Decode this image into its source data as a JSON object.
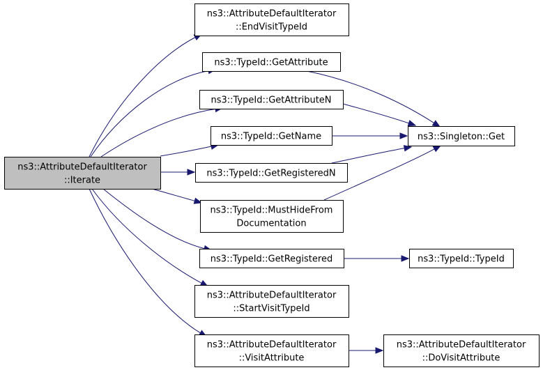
{
  "nodes": {
    "root": {
      "lines": [
        "ns3::AttributeDefaultIterator",
        "::Iterate"
      ],
      "root": true
    },
    "endVisitTypeId": {
      "lines": [
        "ns3::AttributeDefaultIterator",
        "::EndVisitTypeId"
      ]
    },
    "getAttribute": {
      "lines": [
        "ns3::TypeId::GetAttribute"
      ]
    },
    "getAttributeN": {
      "lines": [
        "ns3::TypeId::GetAttributeN"
      ]
    },
    "getName": {
      "lines": [
        "ns3::TypeId::GetName"
      ]
    },
    "getRegisteredN": {
      "lines": [
        "ns3::TypeId::GetRegisteredN"
      ]
    },
    "mustHide": {
      "lines": [
        "ns3::TypeId::MustHideFrom",
        "Documentation"
      ]
    },
    "getRegistered": {
      "lines": [
        "ns3::TypeId::GetRegistered"
      ]
    },
    "startVisitTypeId": {
      "lines": [
        "ns3::AttributeDefaultIterator",
        "::StartVisitTypeId"
      ]
    },
    "visitAttribute": {
      "lines": [
        "ns3::AttributeDefaultIterator",
        "::VisitAttribute"
      ]
    },
    "singletonGet": {
      "lines": [
        "ns3::Singleton::Get"
      ]
    },
    "typeIdCtor": {
      "lines": [
        "ns3::TypeId::TypeId"
      ]
    },
    "doVisitAttribute": {
      "lines": [
        "ns3::AttributeDefaultIterator",
        "::DoVisitAttribute"
      ]
    }
  },
  "edges": [
    [
      "root",
      "endVisitTypeId"
    ],
    [
      "root",
      "getAttribute"
    ],
    [
      "root",
      "getAttributeN"
    ],
    [
      "root",
      "getName"
    ],
    [
      "root",
      "getRegisteredN"
    ],
    [
      "root",
      "mustHide"
    ],
    [
      "root",
      "getRegistered"
    ],
    [
      "root",
      "startVisitTypeId"
    ],
    [
      "root",
      "visitAttribute"
    ],
    [
      "getAttribute",
      "singletonGet"
    ],
    [
      "getAttributeN",
      "singletonGet"
    ],
    [
      "getName",
      "singletonGet"
    ],
    [
      "getRegisteredN",
      "singletonGet"
    ],
    [
      "mustHide",
      "singletonGet"
    ],
    [
      "getRegistered",
      "typeIdCtor"
    ],
    [
      "visitAttribute",
      "doVisitAttribute"
    ]
  ]
}
